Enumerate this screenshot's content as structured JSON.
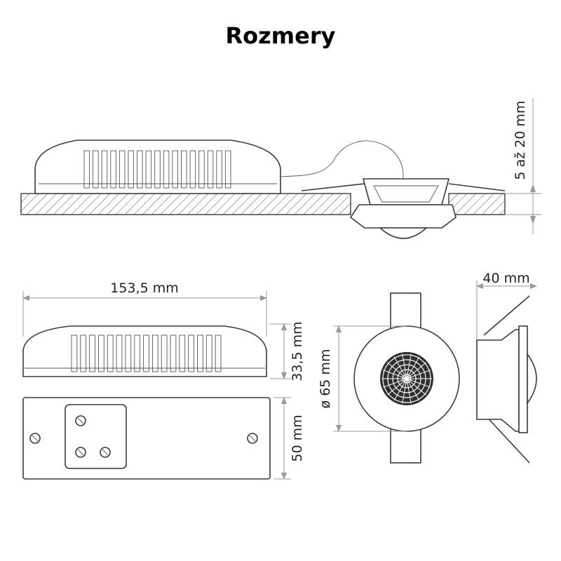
{
  "title": "Rozmery",
  "dimensions": {
    "mount_range": "5 až 20 mm",
    "length": "153,5 mm",
    "height": "33,5 mm",
    "width": "50 mm",
    "diameter": "ø 65 mm",
    "depth": "40 mm"
  }
}
